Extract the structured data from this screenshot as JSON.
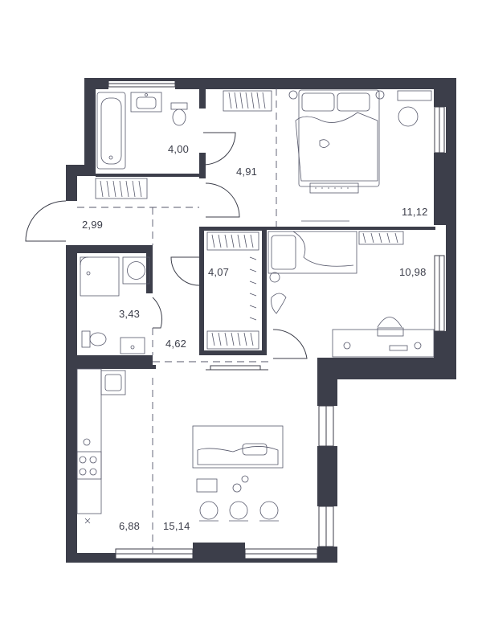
{
  "plan": {
    "wall_color": "#3c3e4a",
    "fixture_color": "#55576a"
  },
  "rooms": {
    "bathroom_1": "4,00",
    "hallway": "4,91",
    "bedroom_1": "11,12",
    "entrance": "2,99",
    "wardrobe": "4,07",
    "bedroom_2": "10,98",
    "bathroom_2": "3,43",
    "corridor": "4,62",
    "kitchen": "6,88",
    "living_room": "15,14"
  }
}
